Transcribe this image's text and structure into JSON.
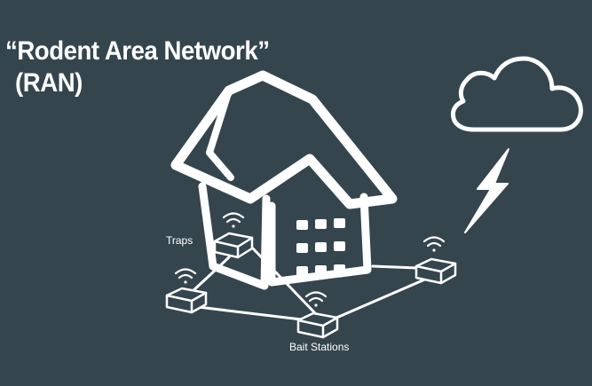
{
  "title": {
    "line1": "“Rodent Area Network”",
    "line2": "(RAN)"
  },
  "labels": {
    "traps": "Traps",
    "bait_stations": "Bait Stations"
  },
  "icons": {
    "cloud": "cloud-icon",
    "lightning": "lightning-bolt-icon",
    "house": "house-icon",
    "device": "sensor-box-icon",
    "wifi": "wifi-signal-icon"
  },
  "colors": {
    "background": "#35454e",
    "foreground": "#ffffff"
  }
}
